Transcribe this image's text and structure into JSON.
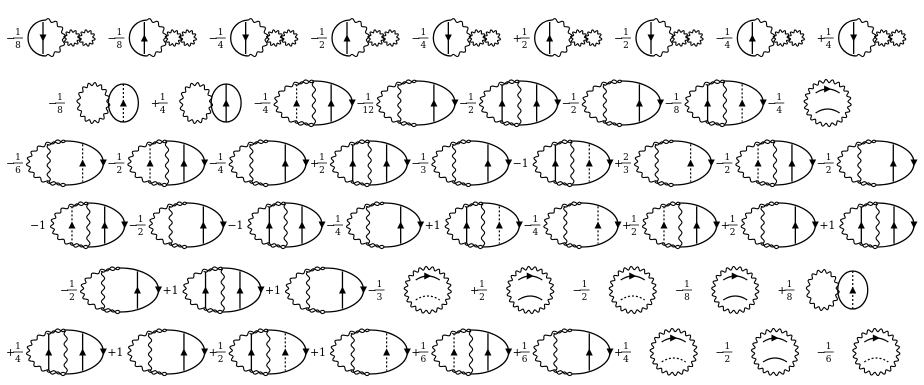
{
  "rows": [
    {
      "terms": [
        {
          "sign": "−",
          "num": "1",
          "den": "8",
          "kind": "bubble-chain"
        },
        {
          "sign": "−",
          "num": "1",
          "den": "8",
          "kind": "tadpole-stack"
        },
        {
          "sign": "−",
          "num": "1",
          "den": "4",
          "kind": "loop-chain"
        },
        {
          "sign": "−",
          "num": "1",
          "den": "2",
          "kind": "loop-chain"
        },
        {
          "sign": "−",
          "num": "1",
          "den": "4",
          "kind": "loop-chain"
        },
        {
          "sign": "+",
          "num": "1",
          "den": "2",
          "kind": "loop-chain"
        },
        {
          "sign": "−",
          "num": "1",
          "den": "2",
          "kind": "loop-chain"
        },
        {
          "sign": "−",
          "num": "1",
          "den": "4",
          "kind": "loop-chain"
        },
        {
          "sign": "+",
          "num": "1",
          "den": "4",
          "kind": "loop-chain"
        }
      ]
    },
    {
      "terms": [
        {
          "sign": "−",
          "num": "1",
          "den": "8",
          "kind": "double-bubble"
        },
        {
          "sign": "+",
          "num": "1",
          "den": "4",
          "kind": "double-bubble"
        },
        {
          "sign": "−",
          "num": "1",
          "den": "4",
          "kind": "oval"
        },
        {
          "sign": "−",
          "num": "1",
          "den": "12",
          "kind": "oval"
        },
        {
          "sign": "−",
          "num": "1",
          "den": "2",
          "kind": "oval"
        },
        {
          "sign": "−",
          "num": "1",
          "den": "2",
          "kind": "oval"
        },
        {
          "sign": "−",
          "num": "1",
          "den": "8",
          "kind": "oval"
        },
        {
          "sign": "−",
          "num": "1",
          "den": "4",
          "kind": "circle"
        }
      ]
    },
    {
      "terms": [
        {
          "sign": "−",
          "num": "1",
          "den": "6",
          "kind": "oval"
        },
        {
          "sign": "−",
          "num": "1",
          "den": "2",
          "kind": "oval"
        },
        {
          "sign": "−",
          "num": "1",
          "den": "4",
          "kind": "oval"
        },
        {
          "sign": "+",
          "num": "1",
          "den": "2",
          "kind": "oval"
        },
        {
          "sign": "−",
          "num": "1",
          "den": "3",
          "kind": "oval"
        },
        {
          "sign": "−",
          "num": "1",
          "den": "",
          "kind": "oval"
        },
        {
          "sign": "+",
          "num": "2",
          "den": "3",
          "kind": "oval"
        },
        {
          "sign": "−",
          "num": "1",
          "den": "2",
          "kind": "oval"
        },
        {
          "sign": "−",
          "num": "1",
          "den": "2",
          "kind": "oval"
        }
      ]
    },
    {
      "terms": [
        {
          "sign": "−",
          "num": "1",
          "den": "",
          "kind": "oval"
        },
        {
          "sign": "−",
          "num": "1",
          "den": "2",
          "kind": "oval"
        },
        {
          "sign": "−",
          "num": "1",
          "den": "",
          "kind": "oval"
        },
        {
          "sign": "−",
          "num": "1",
          "den": "4",
          "kind": "oval"
        },
        {
          "sign": "+",
          "num": "1",
          "den": "",
          "kind": "oval"
        },
        {
          "sign": "−",
          "num": "1",
          "den": "4",
          "kind": "oval"
        },
        {
          "sign": "+",
          "num": "1",
          "den": "2",
          "kind": "oval"
        },
        {
          "sign": "+",
          "num": "1",
          "den": "2",
          "kind": "oval"
        },
        {
          "sign": "+",
          "num": "1",
          "den": "",
          "kind": "oval"
        }
      ]
    },
    {
      "terms": [
        {
          "sign": "−",
          "num": "1",
          "den": "2",
          "kind": "oval"
        },
        {
          "sign": "+",
          "num": "1",
          "den": "",
          "kind": "oval"
        },
        {
          "sign": "+",
          "num": "1",
          "den": "",
          "kind": "oval"
        },
        {
          "sign": "−",
          "num": "1",
          "den": "3",
          "kind": "circle"
        },
        {
          "sign": "+",
          "num": "1",
          "den": "2",
          "kind": "circle"
        },
        {
          "sign": "−",
          "num": "1",
          "den": "2",
          "kind": "circle"
        },
        {
          "sign": "−",
          "num": "1",
          "den": "8",
          "kind": "circle"
        },
        {
          "sign": "+",
          "num": "1",
          "den": "8",
          "kind": "double-bubble"
        }
      ]
    },
    {
      "terms": [
        {
          "sign": "+",
          "num": "1",
          "den": "4",
          "kind": "oval"
        },
        {
          "sign": "+",
          "num": "1",
          "den": "",
          "kind": "oval"
        },
        {
          "sign": "+",
          "num": "1",
          "den": "2",
          "kind": "oval"
        },
        {
          "sign": "+",
          "num": "1",
          "den": "",
          "kind": "oval"
        },
        {
          "sign": "+",
          "num": "1",
          "den": "6",
          "kind": "oval"
        },
        {
          "sign": "+",
          "num": "1",
          "den": "6",
          "kind": "oval"
        },
        {
          "sign": "+",
          "num": "1",
          "den": "4",
          "kind": "circle"
        },
        {
          "sign": "−",
          "num": "1",
          "den": "2",
          "kind": "circle"
        },
        {
          "sign": "−",
          "num": "1",
          "den": "6",
          "kind": "circle"
        }
      ]
    }
  ]
}
